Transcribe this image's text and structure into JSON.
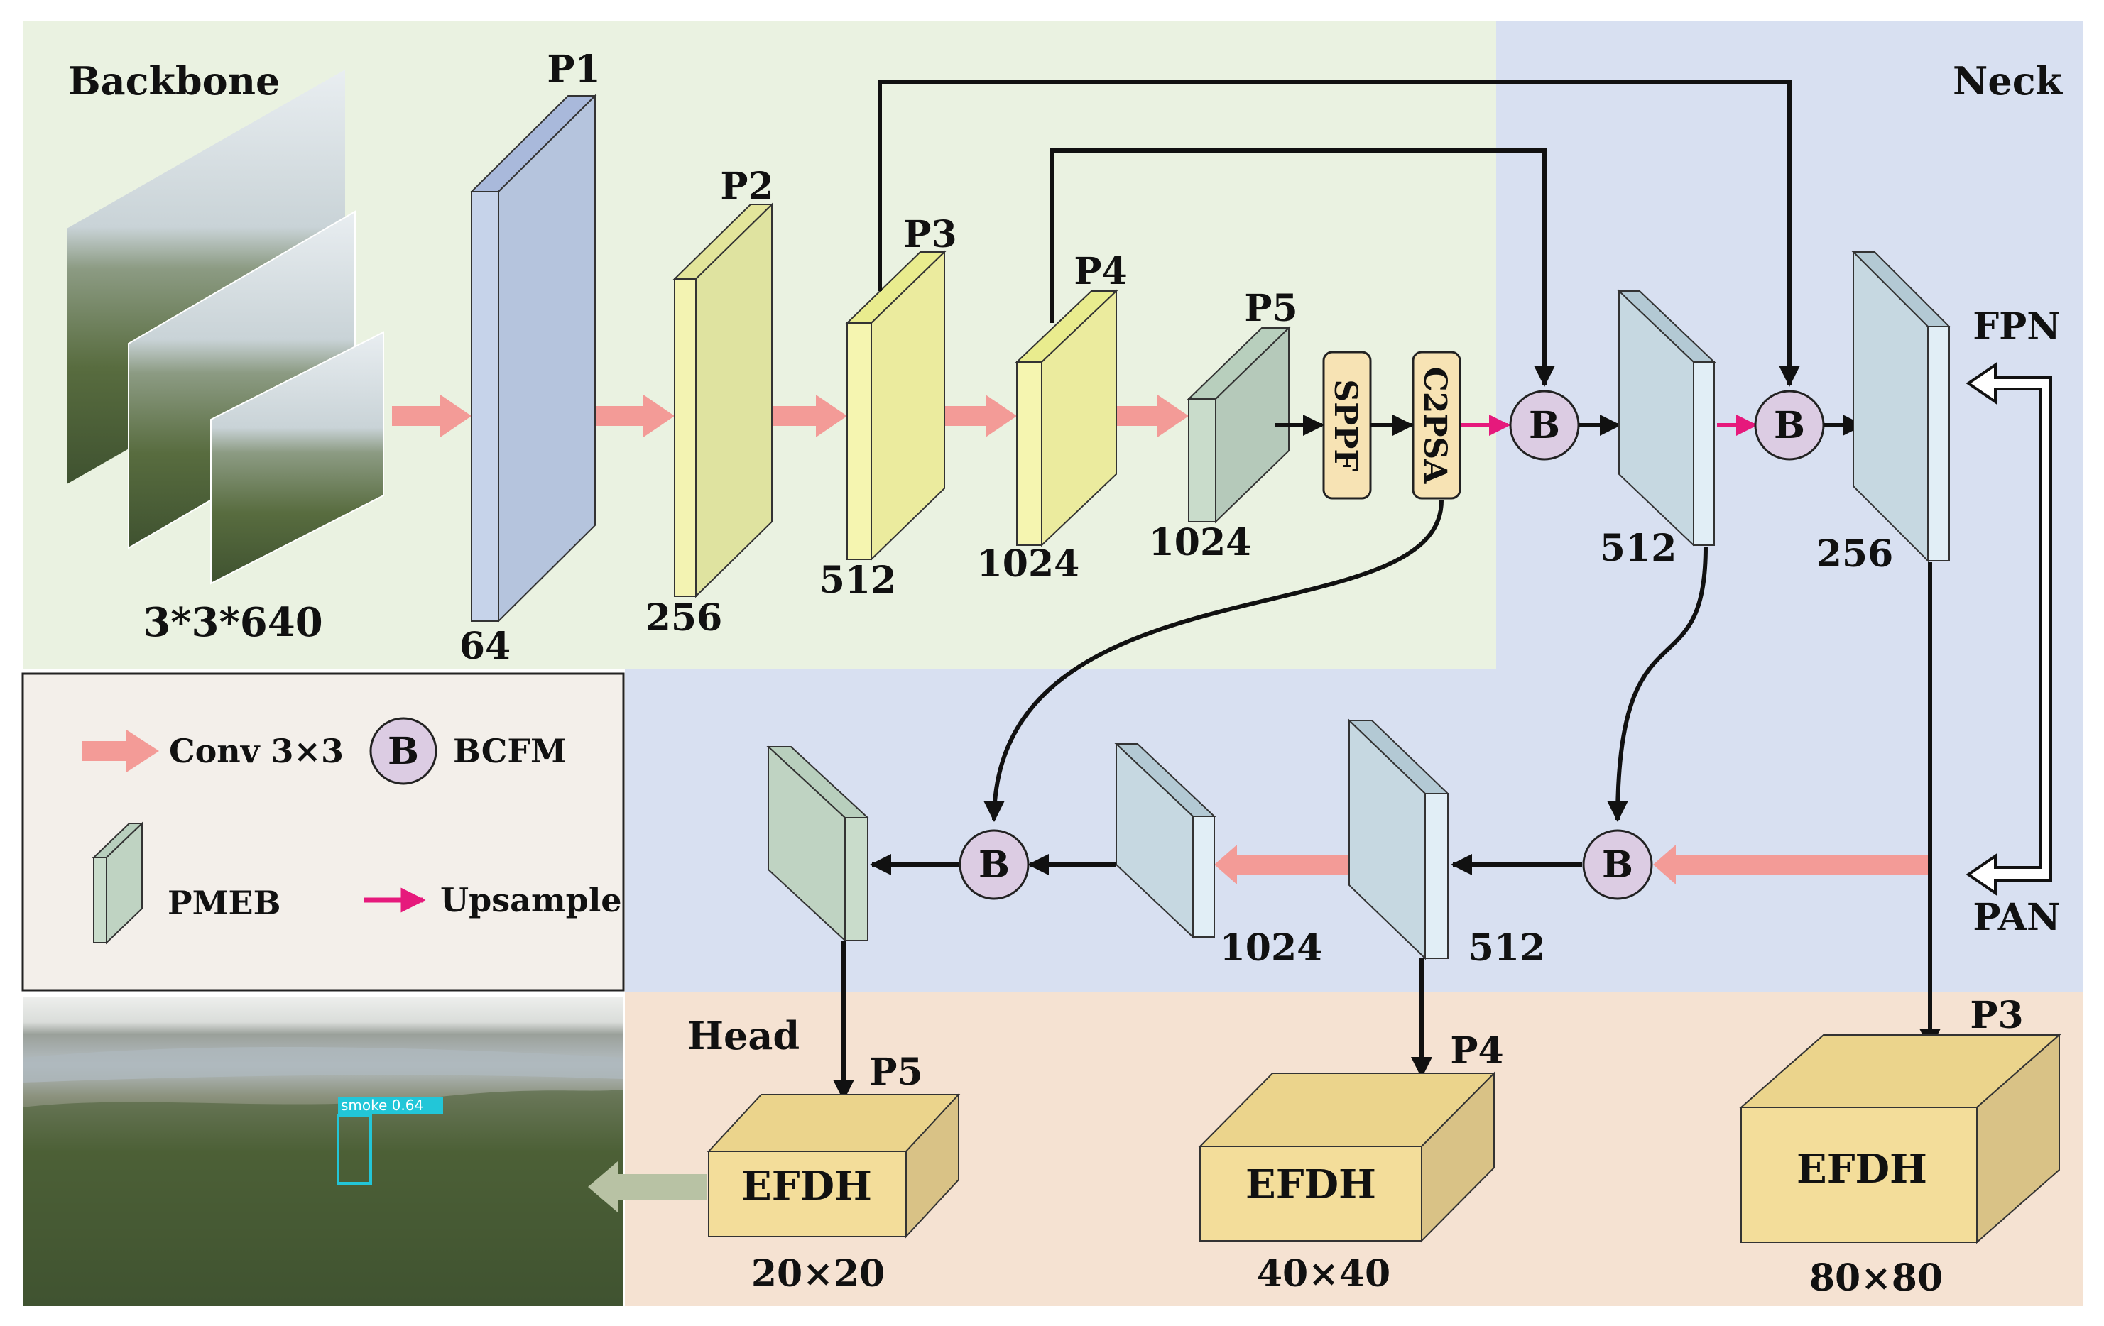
{
  "sections": {
    "backbone": "Backbone",
    "neck": "Neck",
    "head": "Head"
  },
  "input": {
    "dims": "3*3*640"
  },
  "backbone_stages": [
    {
      "name": "P1",
      "channels": "64"
    },
    {
      "name": "P2",
      "channels": "256"
    },
    {
      "name": "P3",
      "channels": "512"
    },
    {
      "name": "P4",
      "channels": "1024"
    },
    {
      "name": "P5",
      "channels": "1024"
    }
  ],
  "modules": {
    "sppf": "SPPF",
    "c2psa": "C2PSA",
    "bcfm": "B"
  },
  "neck": {
    "fpn": "FPN",
    "pan": "PAN",
    "top_a_channels": "512",
    "top_b_channels": "256",
    "bottom_a_channels": "512",
    "bottom_b_channels": "1024"
  },
  "head": [
    {
      "level": "P5",
      "label": "EFDH",
      "size": "20×20"
    },
    {
      "level": "P4",
      "label": "EFDH",
      "size": "40×40"
    },
    {
      "level": "P3",
      "label": "EFDH",
      "size": "80×80"
    }
  ],
  "legend": {
    "conv": "Conv 3×3",
    "bcfm_symbol": "B",
    "bcfm": "BCFM",
    "pmeb": "PMEB",
    "upsample": "Upsample"
  },
  "detection": {
    "label": "smoke  0.64"
  },
  "colors": {
    "backbone_bg": "#EAF2E1",
    "neck_bg": "#D8E0F1",
    "head_bg": "#F5E2D2",
    "legend_bg": "#F3EFEA",
    "conv_arrow": "#F39B97",
    "upsample_arrow": "#E6197C",
    "bcfm_fill": "#DCCCE3",
    "pmeb_fill": "#C9DCCB",
    "efdh_fill": "#F3DD9A",
    "module_fill": "#F7E3B4",
    "detection_box": "#22C6D8"
  }
}
